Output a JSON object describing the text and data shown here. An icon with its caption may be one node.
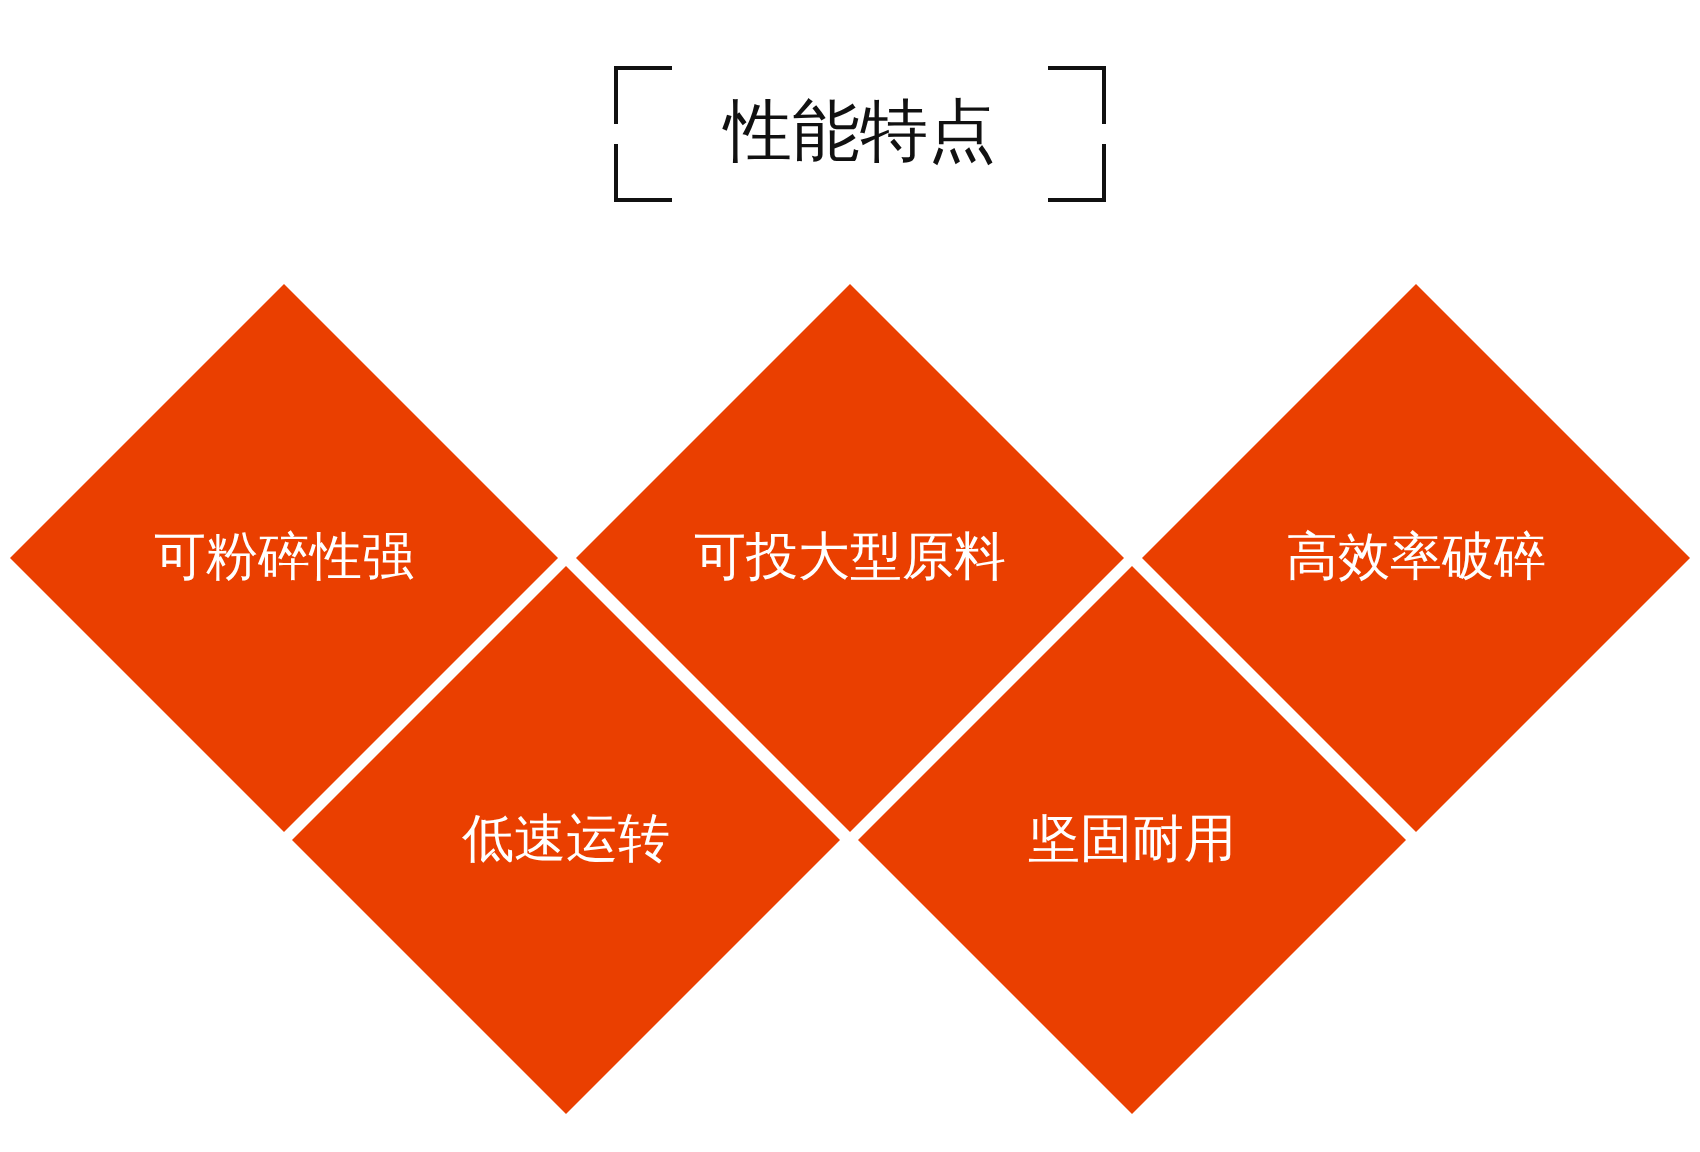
{
  "diagram": {
    "title": "性能特点",
    "nodes": [
      {
        "text": [
          "可粉碎性强"
        ]
      },
      {
        "text": [
          "可投大型原料"
        ]
      },
      {
        "text": [
          "高效率破碎"
        ]
      },
      {
        "text": [
          "低速运转"
        ]
      },
      {
        "text": [
          "坚固耐用"
        ]
      }
    ]
  }
}
